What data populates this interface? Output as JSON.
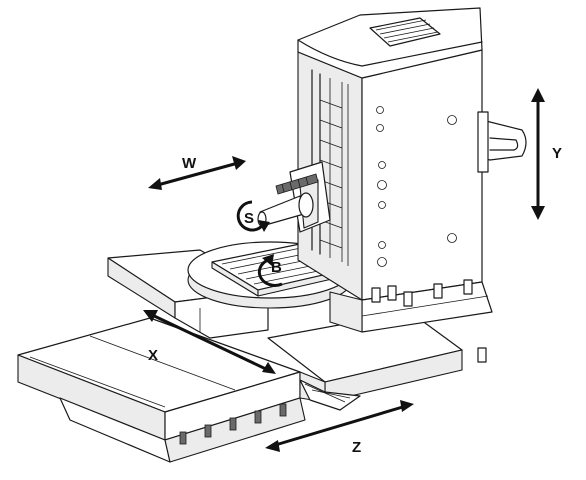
{
  "axes": {
    "w": "W",
    "y": "Y",
    "s": "S",
    "b": "B",
    "x": "X",
    "z": "Z"
  }
}
